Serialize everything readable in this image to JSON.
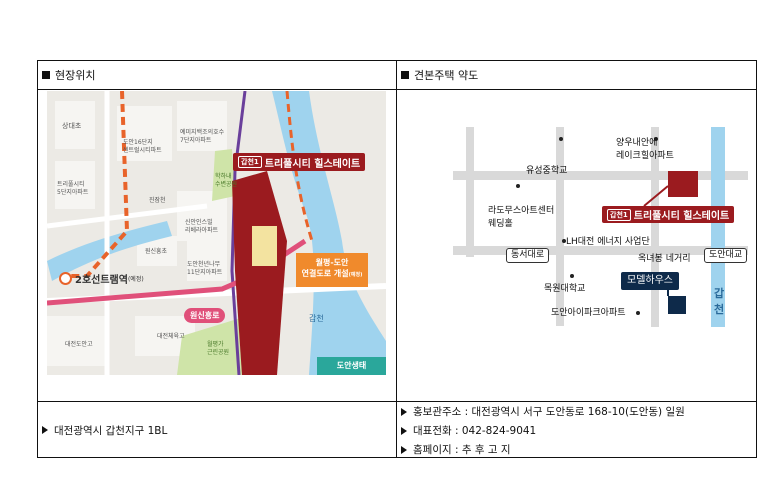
{
  "headers": {
    "location": "현장위치",
    "directions": "견본주택 약도"
  },
  "site_map": {
    "label_sangdaedong": "상대초",
    "label_doan_danji": "도안16단지",
    "label_doan_danji2": "센트럴시티파트",
    "label_ejs": "예미지백조의호수",
    "label_ejs2": "7단지아파트",
    "label_doan_apt": "트리풀시티",
    "label_doan_apt2": "5단지아파트",
    "label_park_gap": "학하내",
    "label_park_gap2": "수변공원",
    "label_jinjamcho": "진잠천",
    "label_sinan": "신안인스빌",
    "label_sinan2": "리베라아파트",
    "label_wonsincho": "원신흥초",
    "label_doancheon": "도안천년나무",
    "label_doancheon2": "11단지아파트",
    "project_tag": "갑천1",
    "project_name": "트리풀시티 힐스테이트",
    "line2_label": "2호선트램역",
    "line2_sub": "(예정)",
    "road_label": "월평-도안",
    "road_label2": "연결도로 개설",
    "road_sub": "(예정)",
    "wonsin_road": "원신흥로",
    "gapcheon": "갑천",
    "daejeon_school": "대전체육고",
    "doan_middle": "대전도안고",
    "park_label": "월평가",
    "park_label2": "근린공원",
    "doan_eco": "도안생태"
  },
  "dir_map": {
    "yangwoo": "양우내안에",
    "yangwoo2": "레이크힐아파트",
    "yusung_middle": "유성중학교",
    "lacrosse": "라도무스아트센터",
    "lacrosse2": "웨딩홀",
    "project_tag": "갑천1",
    "project_name": "트리풀시티 힐스테이트",
    "lh": "LH대전 에너지 사업단",
    "dongseo": "동서대로",
    "oknyeo": "옥녀봉 네거리",
    "doan_bridge": "도안대교",
    "model_house": "모델하우스",
    "mokwon": "목원대학교",
    "doan_ipark": "도안아이파크아파트",
    "gapcheon": "갑\n천"
  },
  "footer": {
    "left": "대전광역시 갑천지구 1BL",
    "right": [
      "홍보관주소 : 대전광역시 서구 도안동로 168-10(도안동) 일원",
      "대표전화 : 042-824-9041",
      "홈페이지 : 추 후 고 지"
    ]
  },
  "colors": {
    "project_red": "#9b1b1f",
    "tram_orange": "#e8632a",
    "road_pink": "#e0507a",
    "river_blue": "#9fd3ee",
    "model_navy": "#0e2a4a"
  }
}
